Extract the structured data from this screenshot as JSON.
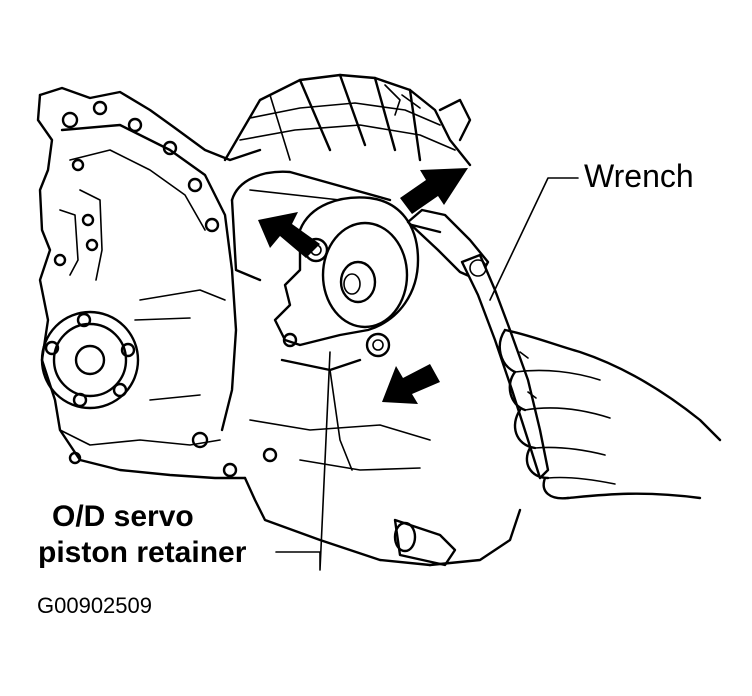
{
  "labels": {
    "wrench": "Wrench",
    "servo_line1": "O/D servo",
    "servo_line2": "piston retainer",
    "figure_code": "G00902509"
  },
  "colors": {
    "ink": "#000000",
    "paper": "#ffffff"
  }
}
